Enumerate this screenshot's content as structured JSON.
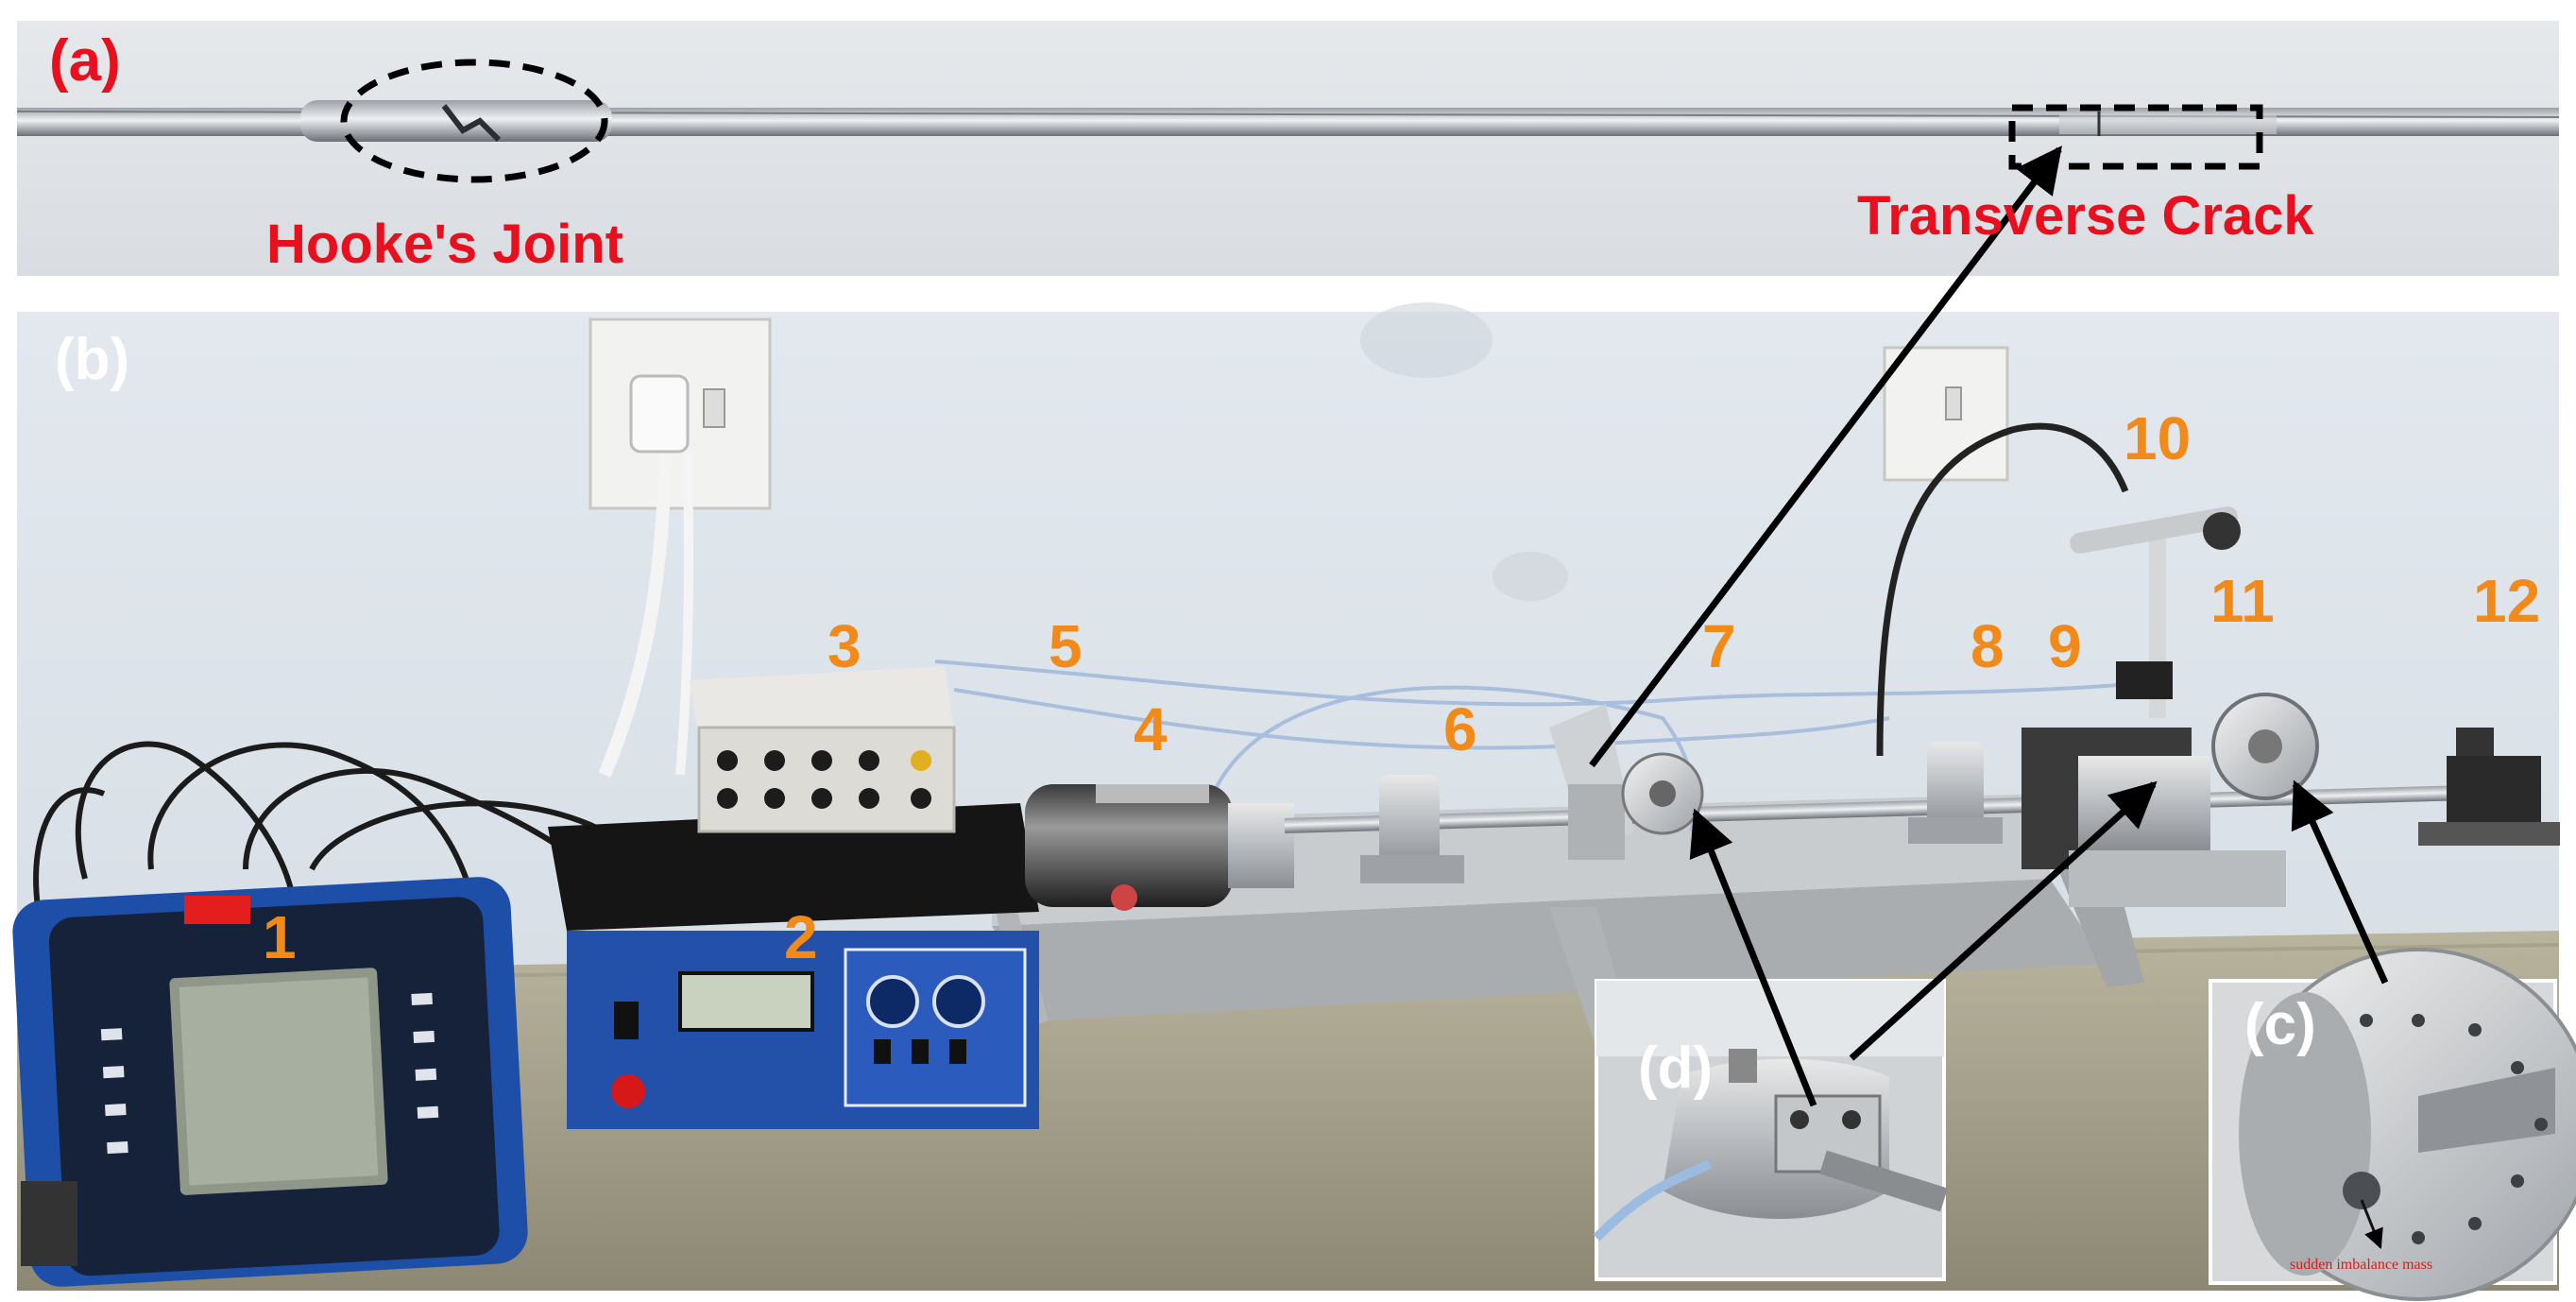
{
  "panels": {
    "a": "(a)",
    "b": "(b)",
    "c": "(c)",
    "d": "(d)"
  },
  "annotations": {
    "hookes_joint": "Hooke's Joint",
    "transverse_crack": "Transverse Crack",
    "imbalance_mass": "sudden imbalance mass"
  },
  "numbers": [
    "1",
    "2",
    "3",
    "4",
    "5",
    "6",
    "7",
    "8",
    "9",
    "10",
    "11",
    "12"
  ],
  "colors": {
    "label_red": "#e8101e",
    "number_orange": "#f28a1a",
    "wall": "#dfe5ea",
    "analyzer_blue": "#1d4fa8",
    "supply_blue": "#2350a8"
  }
}
